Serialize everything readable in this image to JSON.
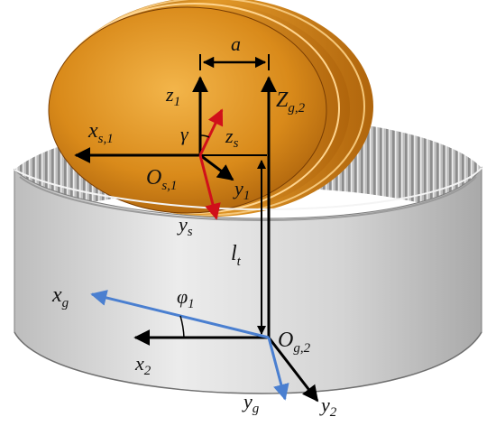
{
  "colors": {
    "background": "#ffffff",
    "gear_ring_light": "#e6e6e6",
    "gear_ring_mid": "#c9c9c9",
    "gear_ring_dark": "#8c8c8c",
    "disk_gold": "#d98a1a",
    "disk_gold_light": "#f0b04a",
    "disk_gold_dark": "#8a4a05",
    "axis_black": "#000000",
    "axis_red": "#d0101a",
    "axis_blue": "#4a7fd0"
  },
  "labels": {
    "a": {
      "main": "a",
      "sub": ""
    },
    "z1": {
      "main": "z",
      "sub": "1"
    },
    "Zg2": {
      "main": "Z",
      "sub": "g,2"
    },
    "xs1": {
      "main": "x",
      "sub": "s,1"
    },
    "gamma": {
      "main": "γ",
      "sub": ""
    },
    "zs": {
      "main": "z",
      "sub": "s"
    },
    "Os1": {
      "main": "O",
      "sub": "s,1"
    },
    "y1": {
      "main": "y",
      "sub": "1"
    },
    "ys": {
      "main": "y",
      "sub": "s"
    },
    "lt": {
      "main": "l",
      "sub": "t"
    },
    "xg": {
      "main": "x",
      "sub": "g"
    },
    "phi1": {
      "main": "φ",
      "sub": "1"
    },
    "Og2": {
      "main": "O",
      "sub": "g,2"
    },
    "x2": {
      "main": "x",
      "sub": "2"
    },
    "yg": {
      "main": "y",
      "sub": "g"
    },
    "y2": {
      "main": "y",
      "sub": "2"
    }
  }
}
